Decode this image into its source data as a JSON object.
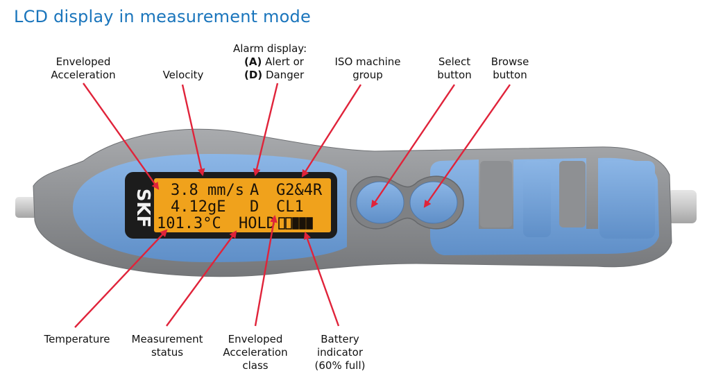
{
  "title": "LCD display in measurement mode",
  "lcd": {
    "line1_a": "3.8 mm/s",
    "line1_b": "A",
    "line1_c": "G2&4R",
    "line2_a": "4.12gE",
    "line2_b": "D",
    "line2_c": "CL1",
    "line3_a": "101.3°C",
    "line3_b": "HOLD"
  },
  "brand": "SKF",
  "battery": {
    "level": 0.6,
    "segments": 5
  },
  "labels": {
    "enveloped_acceleration": [
      "Enveloped",
      "Acceleration"
    ],
    "velocity": "Velocity",
    "alarm": {
      "line1": "Alarm display:",
      "alert_code": "(A)",
      "alert_text": " Alert or",
      "danger_code": "(D)",
      "danger_text": " Danger"
    },
    "iso_group": [
      "ISO machine",
      "group"
    ],
    "select_button": [
      "Select",
      "button"
    ],
    "browse_button": [
      "Browse",
      "button"
    ],
    "temperature": "Temperature",
    "measurement_status": [
      "Measurement",
      "status"
    ],
    "ea_class": [
      "Enveloped",
      "Acceleration",
      "class"
    ],
    "battery_indicator": [
      "Battery",
      "indicator",
      "(60% full)"
    ]
  },
  "colors": {
    "title": "#1a75bc",
    "body_gray": "#8e9093",
    "blue_inset": "#6f9fd6",
    "lcd_bezel": "#1c1c1c",
    "lcd_screen": "#f0a21c",
    "arrow": "#e0233a"
  }
}
